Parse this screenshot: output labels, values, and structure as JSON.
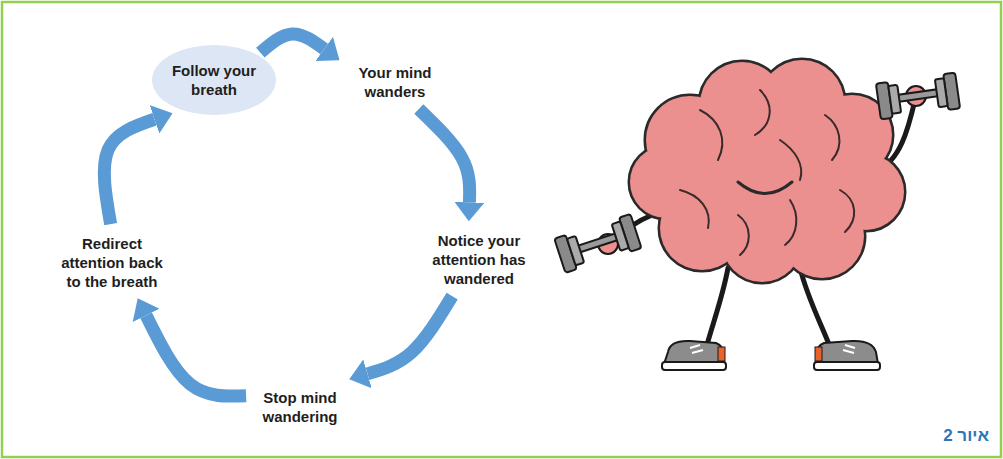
{
  "diagram": {
    "nodes": [
      {
        "text": [
          "Follow your breath"
        ]
      },
      {
        "text": [
          "Your mind wanders"
        ]
      },
      {
        "text": [
          "Notice your attention has wandered"
        ]
      },
      {
        "text": [
          "Stop mind wandering"
        ]
      },
      {
        "text": [
          "Redirect attention back to the breath"
        ]
      }
    ],
    "edges": [
      {
        "from": 0,
        "to": 1,
        "arrow": "to"
      },
      {
        "from": 1,
        "to": 2,
        "arrow": "to"
      },
      {
        "from": 2,
        "to": 3,
        "arrow": "to"
      },
      {
        "from": 3,
        "to": 4,
        "arrow": "to"
      },
      {
        "from": 4,
        "to": 0,
        "arrow": "to"
      }
    ],
    "labels": [
      "איור 2"
    ]
  }
}
